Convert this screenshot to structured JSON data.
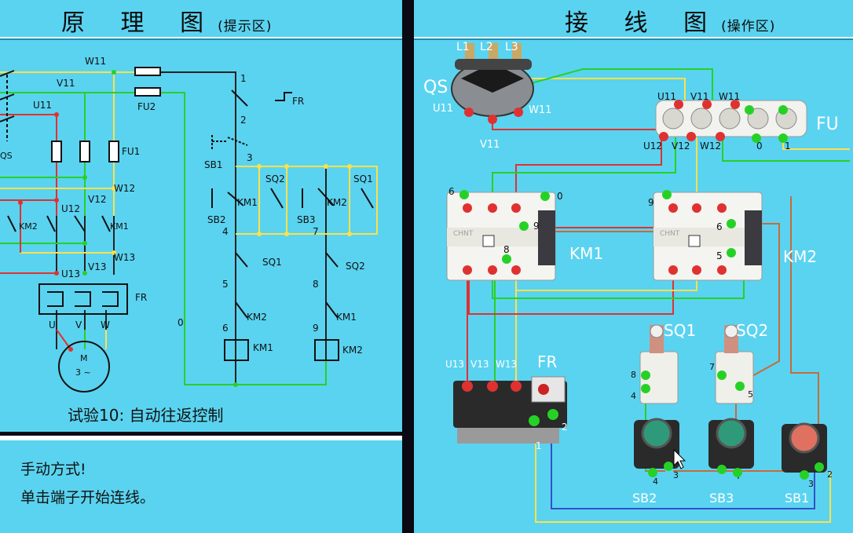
{
  "schematic": {
    "title": "原 理 图",
    "title_sub": "(提示区)",
    "caption": "试验10:  自动往返控制",
    "labels": {
      "W11": "W11",
      "V11": "V11",
      "U11": "U11",
      "QS": "QS",
      "FU1": "FU1",
      "FU2": "FU2",
      "W12": "W12",
      "V12": "V12",
      "U12": "U12",
      "KM2": "KM2",
      "KM1": "KM1",
      "W13": "W13",
      "V13": "V13",
      "U13": "U13",
      "FR": "FR",
      "U": "U",
      "V": "V",
      "W": "W",
      "M": "M",
      "M3": "3 ~",
      "n0": "0",
      "n1": "1",
      "n2": "2",
      "n3": "3",
      "n4": "4",
      "n5": "5",
      "n6": "6",
      "n7": "7",
      "n8": "8",
      "n9": "9",
      "SB1": "SB1",
      "SB2": "SB2",
      "SB3": "SB3",
      "SQ1": "SQ1",
      "SQ2": "SQ2"
    }
  },
  "hint": {
    "line1": "手动方式!",
    "line2": "单击端子开始连线。"
  },
  "wiring": {
    "title": "接 线 图",
    "title_sub": "(操作区)",
    "labels": {
      "L1": "L1",
      "L2": "L2",
      "L3": "L3",
      "QS": "QS",
      "U11": "U11",
      "V11": "V11",
      "W11": "W11",
      "FU": "FU",
      "FU_U11": "U11",
      "FU_V11": "V11",
      "FU_W11": "W11",
      "FU_U12": "U12",
      "FU_V12": "V12",
      "FU_W12": "W12",
      "FU_0": "0",
      "FU_1": "1",
      "KM1": "KM1",
      "KM2": "KM2",
      "KM1_6": "6",
      "KM1_0": "0",
      "KM1_9": "9",
      "KM1_8": "8",
      "KM2_9": "9",
      "KM2_6": "6",
      "KM2_5": "5",
      "FR": "FR",
      "FR_U13": "U13",
      "FR_V13": "V13",
      "FR_W13": "W13",
      "FR_1": "1",
      "FR_2": "2",
      "SQ1": "SQ1",
      "SQ2": "SQ2",
      "SQ1_8": "8",
      "SQ1_4": "4",
      "SQ2_7": "7",
      "SQ2_5": "5",
      "SB2": "SB2",
      "SB3": "SB3",
      "SB1": "SB1",
      "SB2_4": "4",
      "SB2_3": "3",
      "SB3_7": "7",
      "SB1_3": "3",
      "SB1_2": "2",
      "brand": "CHNT"
    }
  }
}
